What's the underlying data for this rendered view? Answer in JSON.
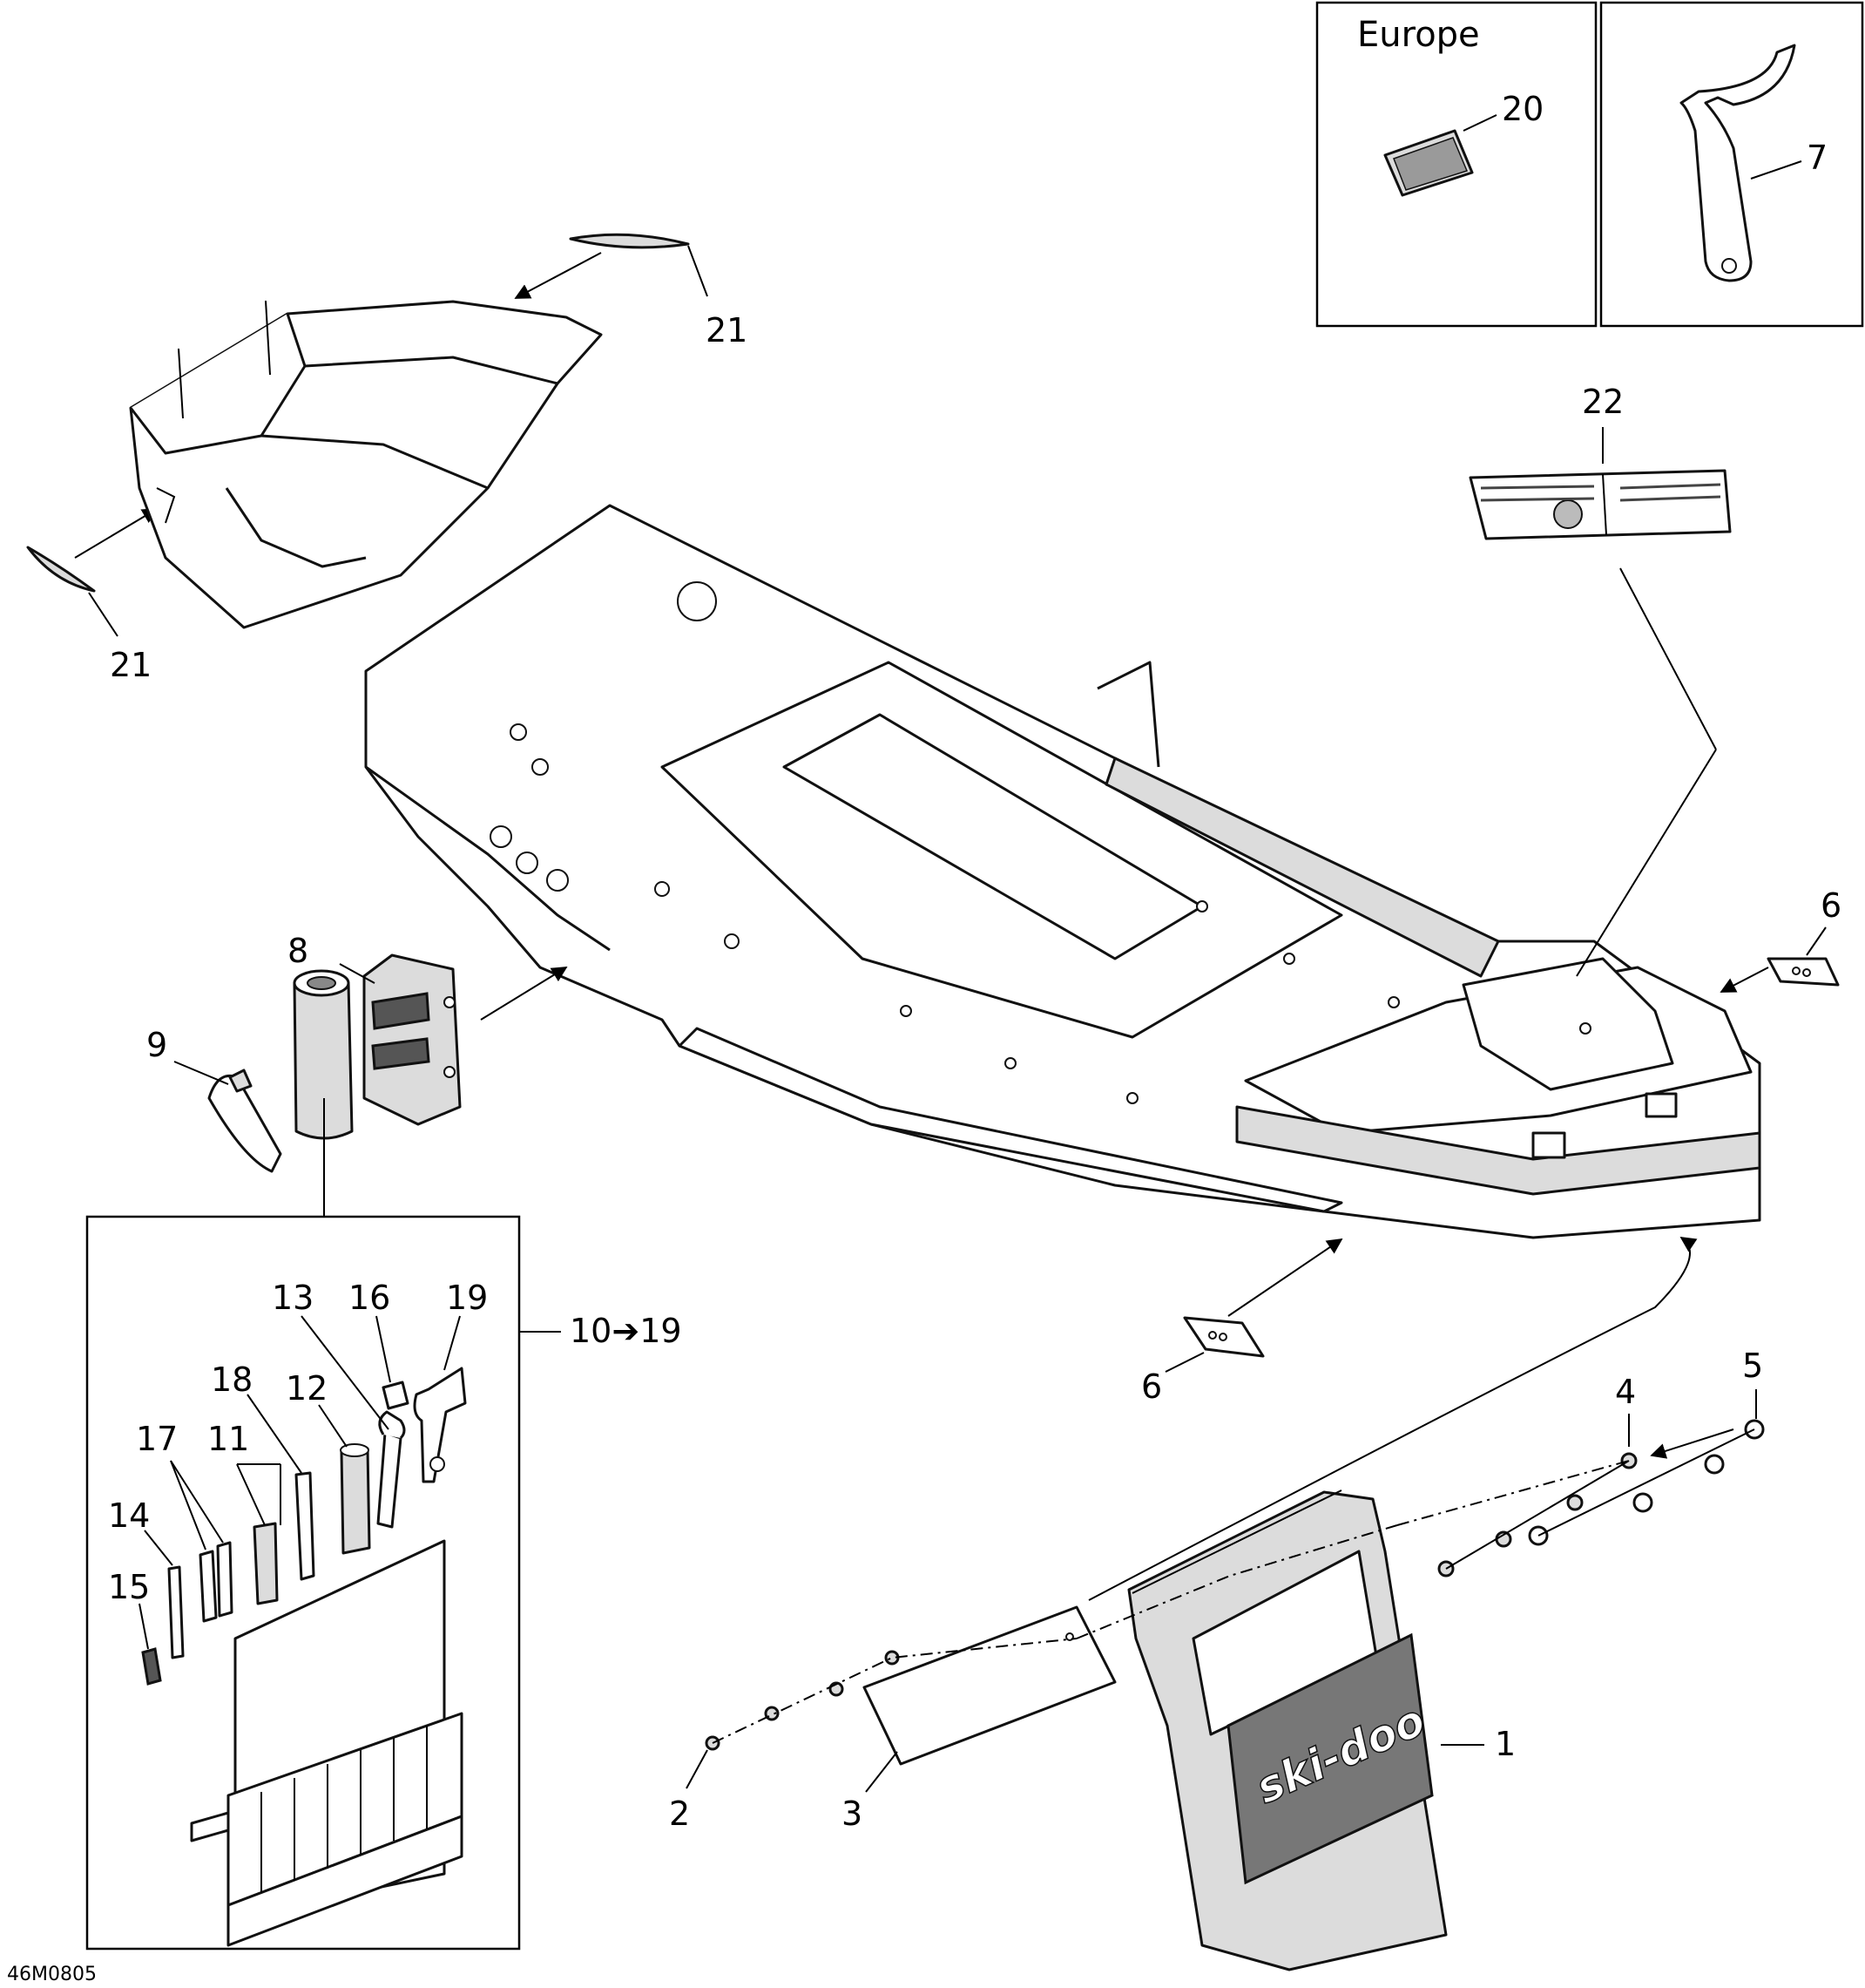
{
  "inset_europe": {
    "label": "Europe",
    "part_number": "20"
  },
  "inset_tool": {
    "part_number": "7"
  },
  "callouts": {
    "c1": "1",
    "c2": "2",
    "c3": "3",
    "c4": "4",
    "c5": "5",
    "c6a": "6",
    "c6b": "6",
    "c8": "8",
    "c9": "9",
    "c10_19": "10➔19",
    "c11": "11",
    "c12": "12",
    "c13": "13",
    "c14": "14",
    "c15": "15",
    "c16": "16",
    "c17": "17",
    "c18": "18",
    "c19": "19",
    "c21a": "21",
    "c21b": "21",
    "c22": "22"
  },
  "brand_decal": "ski-doo",
  "drawing_ref": "46M0805"
}
